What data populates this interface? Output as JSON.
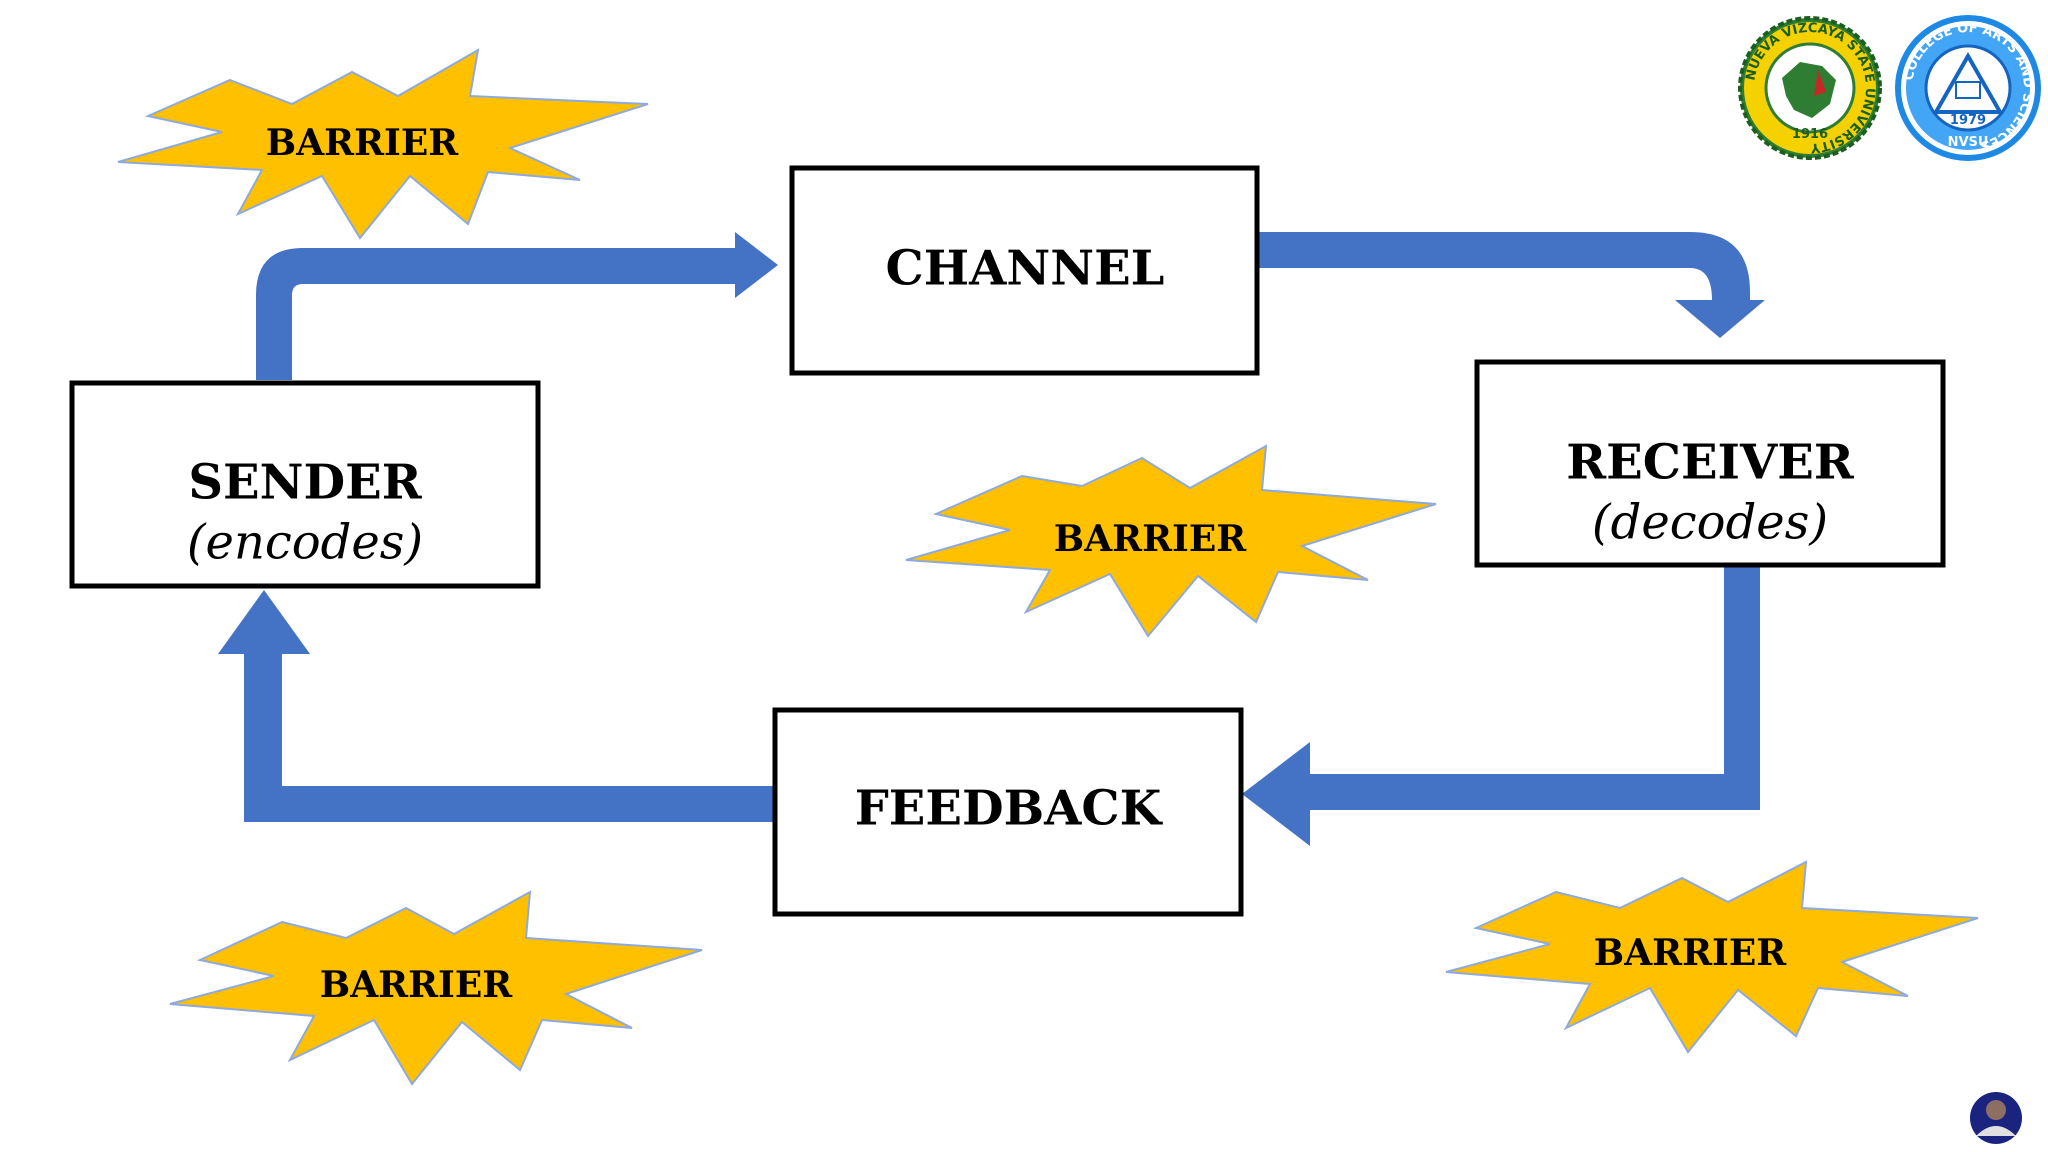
{
  "colors": {
    "arrow": "#4472C4",
    "burst_fill": "#FFC000",
    "burst_stroke": "#8EA9DB",
    "box_stroke": "#000000"
  },
  "nodes": {
    "channel": {
      "title": "CHANNEL"
    },
    "sender": {
      "title": "SENDER",
      "subtitle": "(encodes)"
    },
    "receiver": {
      "title": "RECEIVER",
      "subtitle": "(decodes)"
    },
    "feedback": {
      "title": "FEEDBACK"
    }
  },
  "barriers": {
    "top_left": "BARRIER",
    "center": "BARRIER",
    "bottom_left": "BARRIER",
    "bottom_right": "BARRIER"
  },
  "logos": {
    "nvsu_seal": {
      "ring_text": "NUEVA VIZCAYA STATE UNIVERSITY",
      "year": "1916"
    },
    "cas_seal": {
      "ring_text": "COLLEGE OF ARTS AND SCIENCES",
      "year": "1979",
      "short": "NVSU"
    }
  },
  "icons": {
    "presenter": "user-avatar-icon"
  }
}
